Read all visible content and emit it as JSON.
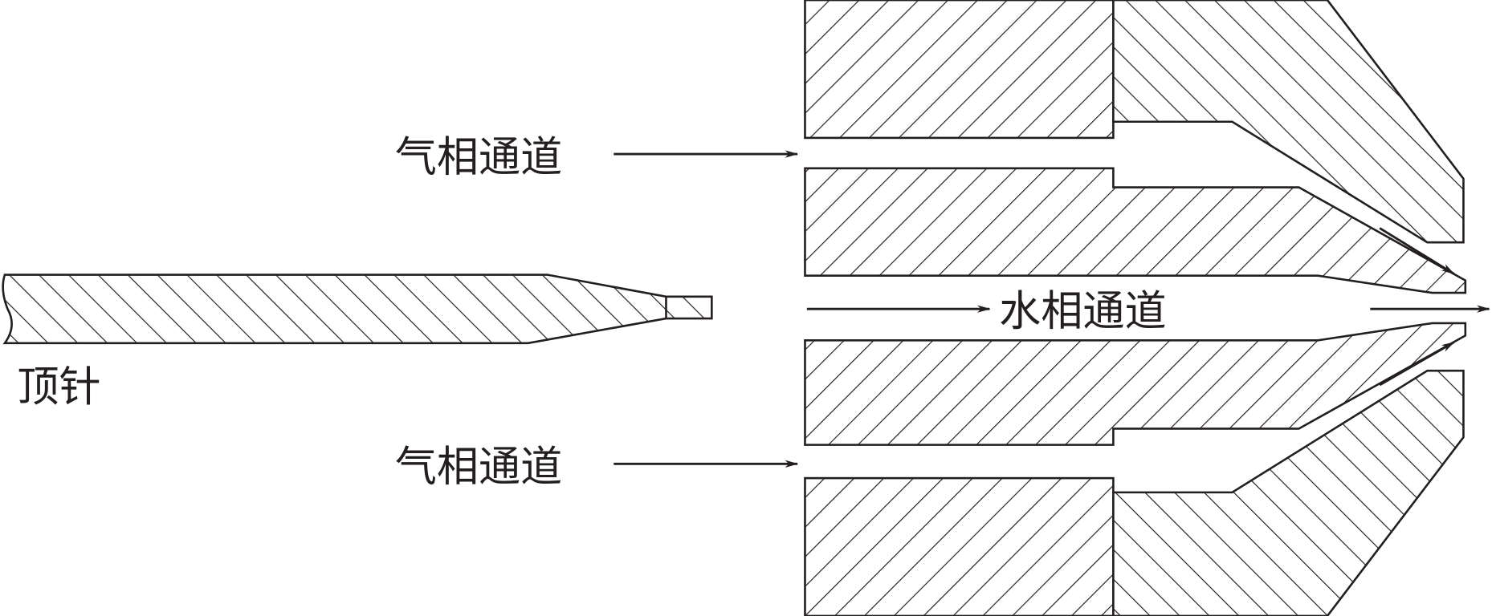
{
  "diagram": {
    "labels": {
      "gas_channel_top": "气相通道",
      "gas_channel_bottom": "气相通道",
      "water_channel": "水相通道",
      "ejector_pin": "顶针"
    },
    "colors": {
      "stroke": "#231f20",
      "background": "#ffffff"
    }
  }
}
